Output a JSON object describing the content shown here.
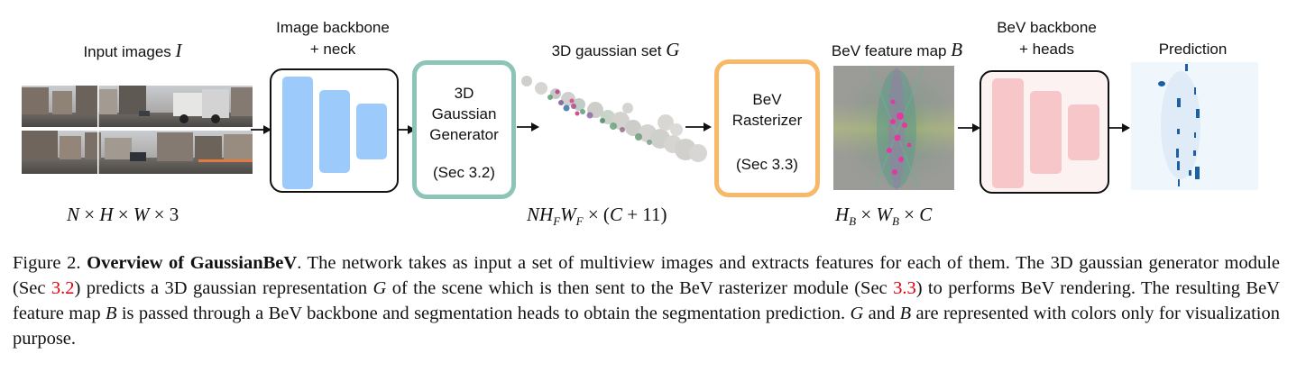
{
  "labels": {
    "input_images": "Input images",
    "input_images_sym": "I",
    "image_backbone_l1": "Image backbone",
    "image_backbone_l2": "+ neck",
    "gaussian_set": "3D gaussian set",
    "gaussian_set_sym": "G",
    "bev_feature_map": "BeV feature map",
    "bev_feature_map_sym": "B",
    "bev_backbone_l1": "BeV backbone",
    "bev_backbone_l2": "+ heads",
    "prediction": "Prediction"
  },
  "boxes": {
    "generator_l1": "3D",
    "generator_l2": "Gaussian",
    "generator_l3": "Generator",
    "generator_sec": "(Sec 3.2)",
    "rasterizer_l1": "BeV",
    "rasterizer_l2": "Rasterizer",
    "rasterizer_sec": "(Sec 3.3)"
  },
  "dims": {
    "input": {
      "N": "N",
      "x1": " × ",
      "H": "H",
      "x2": " × ",
      "W": "W",
      "x3": " × 3"
    },
    "gauss": {
      "N": "N",
      "H": "H",
      "Hsub": "F",
      "W": "W",
      "Wsub": "F",
      "rest1": " × (",
      "C": "C",
      "rest2": " + 11)"
    },
    "bev": {
      "H": "H",
      "Hsub": "B",
      "x1": " × ",
      "W": "W",
      "Wsub": "B",
      "x2": " × ",
      "C": "C"
    }
  },
  "colors": {
    "generator_border": "#8cc4b7",
    "rasterizer_border": "#f7b868",
    "blue_block": "#9ccbfb",
    "pink_block": "#f6c6c9",
    "pink_box_bg": "#fdf2f2",
    "red_ref": "#e0000f"
  },
  "caption": {
    "c1": "Figure 2. ",
    "c2": "Overview of GaussianBeV",
    "c3": ". The network takes as input a set of multiview images and extracts features for each of them. The 3D gaussian generator module (Sec ",
    "c4": "3.2",
    "c5": ") predicts a 3D gaussian representation ",
    "c6": "G",
    "c7": " of the scene which is then sent to the BeV rasterizer module (Sec ",
    "c8": "3.3",
    "c9": ") to performs BeV rendering.  The resulting BeV feature map ",
    "c10": "B",
    "c11": " is passed through a BeV backbone and segmentation heads to obtain the segmentation prediction. ",
    "c12": "G",
    "c13": " and ",
    "c14": "B",
    "c15": " are represented with colors only for visualization purpose."
  }
}
